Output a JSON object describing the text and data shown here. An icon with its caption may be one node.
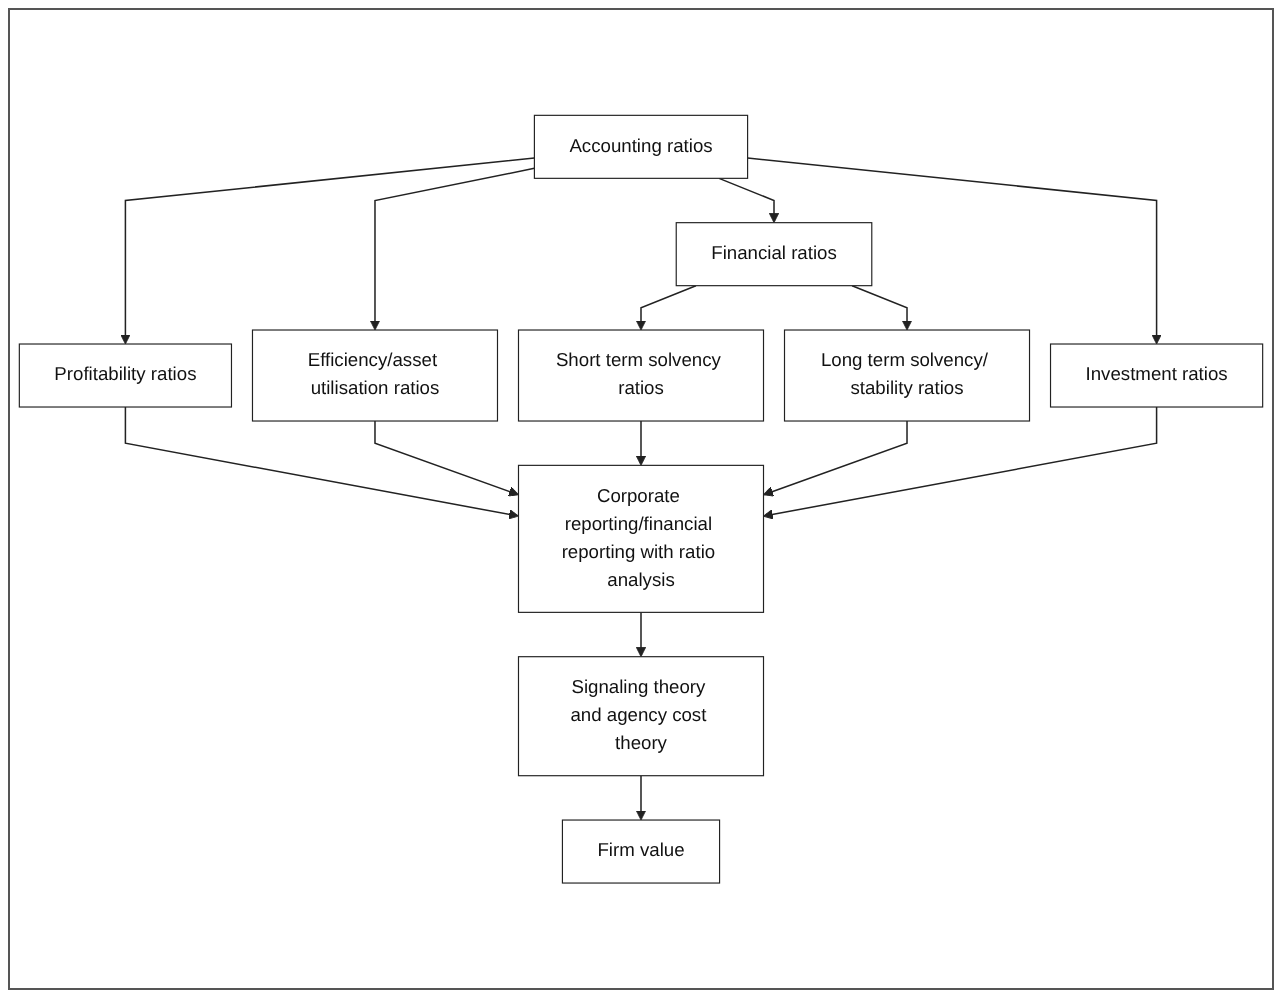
{
  "diagram": {
    "nodes": [
      {
        "text": [
          "Accounting ratios"
        ]
      },
      {
        "text": [
          "Profitability ratios"
        ]
      },
      {
        "text": [
          "Efficiency/asset utilisation ratios"
        ]
      },
      {
        "text": [
          "Financial ratios"
        ]
      },
      {
        "text": [
          "Investment ratios"
        ]
      },
      {
        "text": [
          "Short term solvency ratios"
        ]
      },
      {
        "text": [
          "Long term solvency/ stability ratios"
        ]
      },
      {
        "text": [
          "Corporate reporting/financial reporting with ratio analysis"
        ]
      },
      {
        "text": [
          "Signaling theory and agency cost theory"
        ]
      },
      {
        "text": [
          "Firm value"
        ]
      }
    ],
    "edges": [
      {
        "from": 0,
        "to": 1,
        "arrow": "to"
      },
      {
        "from": 0,
        "to": 2,
        "arrow": "to"
      },
      {
        "from": 0,
        "to": 3,
        "arrow": "to"
      },
      {
        "from": 0,
        "to": 4,
        "arrow": "to"
      },
      {
        "from": 3,
        "to": 5,
        "arrow": "to"
      },
      {
        "from": 3,
        "to": 6,
        "arrow": "to"
      },
      {
        "from": 1,
        "to": 7,
        "arrow": "to"
      },
      {
        "from": 2,
        "to": 7,
        "arrow": "to"
      },
      {
        "from": 5,
        "to": 7,
        "arrow": "to"
      },
      {
        "from": 6,
        "to": 7,
        "arrow": "to"
      },
      {
        "from": 4,
        "to": 7,
        "arrow": "to"
      },
      {
        "from": 7,
        "to": 8,
        "arrow": "to"
      },
      {
        "from": 8,
        "to": 9,
        "arrow": "to"
      }
    ]
  }
}
